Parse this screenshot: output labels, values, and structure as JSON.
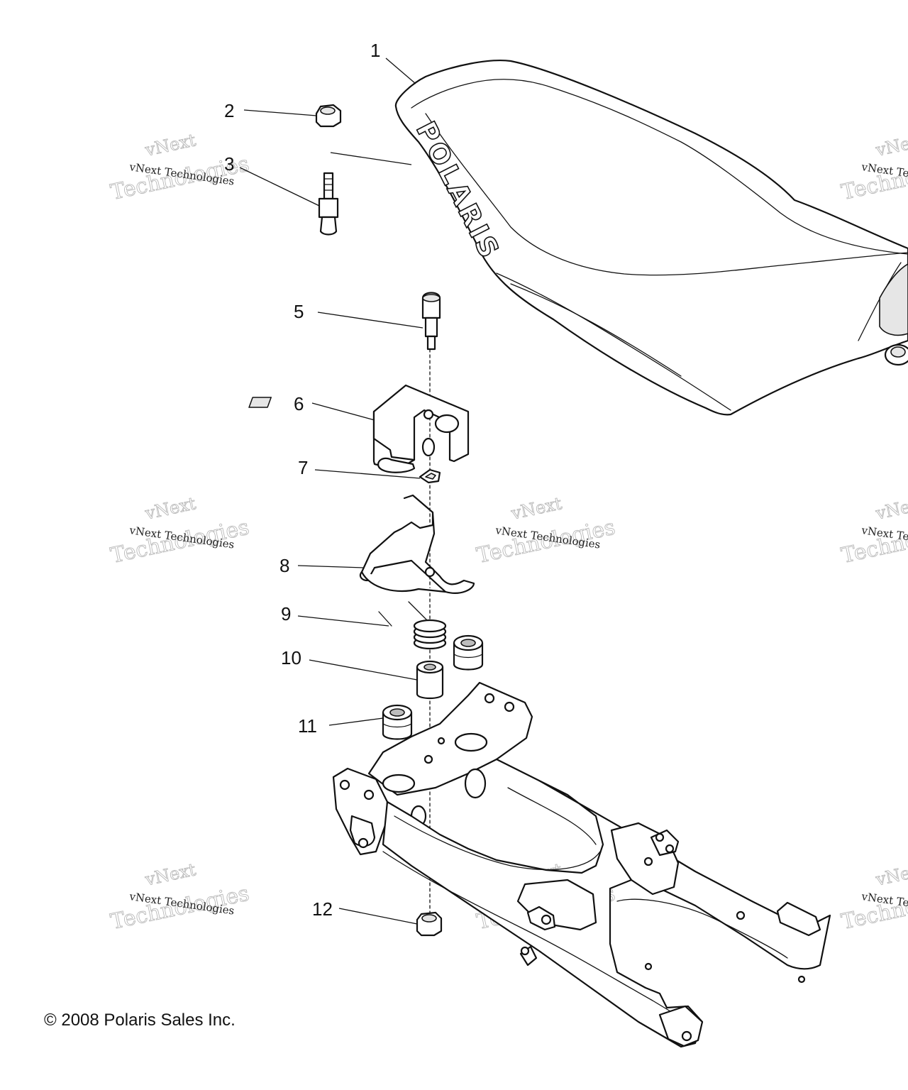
{
  "callouts": [
    {
      "id": "1",
      "label": "1"
    },
    {
      "id": "2",
      "label": "2"
    },
    {
      "id": "3",
      "label": "3"
    },
    {
      "id": "5",
      "label": "5"
    },
    {
      "id": "6",
      "label": "6"
    },
    {
      "id": "7",
      "label": "7"
    },
    {
      "id": "8",
      "label": "8"
    },
    {
      "id": "9",
      "label": "9"
    },
    {
      "id": "10",
      "label": "10"
    },
    {
      "id": "11",
      "label": "11"
    },
    {
      "id": "12",
      "label": "12"
    }
  ],
  "seat_logo": "POLARIS",
  "watermark": {
    "line_small": "vNext Technologies",
    "line_large_top": "vNext",
    "line_large_bottom": "Technologies",
    "line_small_cut": "vNext Tec"
  },
  "copyright": "© 2008 Polaris Sales Inc.",
  "colors": {
    "ink": "#111111",
    "watermark": "#b9b9b9",
    "background": "#ffffff"
  }
}
